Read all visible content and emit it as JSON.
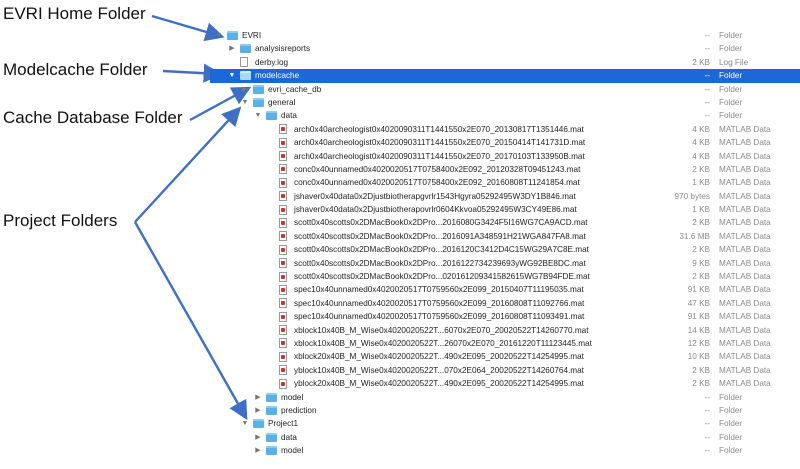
{
  "annotations": {
    "home": "EVRI Home Folder",
    "modelcache": "Modelcache Folder",
    "cache_db": "Cache Database Folder",
    "projects": "Project Folders"
  },
  "rows": [
    {
      "name": "EVRI",
      "size": "--",
      "kind": "Folder",
      "type": "folder",
      "level": 0,
      "expanded": true,
      "selected": false
    },
    {
      "name": "analysisreports",
      "size": "--",
      "kind": "Folder",
      "type": "folder",
      "level": 1,
      "expanded": false,
      "selected": false
    },
    {
      "name": "derby.log",
      "size": "2 KB",
      "kind": "Log File",
      "type": "doc",
      "level": 1,
      "expanded": null,
      "selected": false
    },
    {
      "name": "modelcache",
      "size": "--",
      "kind": "Folder",
      "type": "folder",
      "level": 1,
      "expanded": true,
      "selected": true
    },
    {
      "name": "evri_cache_db",
      "size": "--",
      "kind": "Folder",
      "type": "folder",
      "level": 2,
      "expanded": false,
      "selected": false
    },
    {
      "name": "general",
      "size": "--",
      "kind": "Folder",
      "type": "folder",
      "level": 2,
      "expanded": true,
      "selected": false
    },
    {
      "name": "data",
      "size": "--",
      "kind": "Folder",
      "type": "folder",
      "level": 3,
      "expanded": true,
      "selected": false
    },
    {
      "name": "arch0x40archeologist0x4020090311T1441550x2E070_20130817T1351446.mat",
      "size": "4 KB",
      "kind": "MATLAB Data",
      "type": "mat",
      "level": 4,
      "expanded": null,
      "selected": false
    },
    {
      "name": "arch0x40archeologist0x4020090311T1441550x2E070_20150414T141731D.mat",
      "size": "4 KB",
      "kind": "MATLAB Data",
      "type": "mat",
      "level": 4,
      "expanded": null,
      "selected": false
    },
    {
      "name": "arch0x40archeologist0x4020090311T1441550x2E070_20170103T133950B.mat",
      "size": "4 KB",
      "kind": "MATLAB Data",
      "type": "mat",
      "level": 4,
      "expanded": null,
      "selected": false
    },
    {
      "name": "conc0x40unnamed0x4020020517T0758400x2E092_20120328T09451243.mat",
      "size": "2 KB",
      "kind": "MATLAB Data",
      "type": "mat",
      "level": 4,
      "expanded": null,
      "selected": false
    },
    {
      "name": "conc0x40unnamed0x4020020517T0758400x2E092_20160808T11241854.mat",
      "size": "1 KB",
      "kind": "MATLAB Data",
      "type": "mat",
      "level": 4,
      "expanded": null,
      "selected": false
    },
    {
      "name": "jshaver0x40data0x2Djustbiotherapgvrlr1543Hgyra05292495W3DY1B846.mat",
      "size": "970 bytes",
      "kind": "MATLAB Data",
      "type": "mat",
      "level": 4,
      "expanded": null,
      "selected": false
    },
    {
      "name": "jshaver0x40data0x2Djustbiotherapovrlr0604Kkvoa05292495W3CY49E86.mat",
      "size": "1 KB",
      "kind": "MATLAB Data",
      "type": "mat",
      "level": 4,
      "expanded": null,
      "selected": false
    },
    {
      "name": "scott0x40scotts0x2DMacBook0x2DPro...2016080G3424F5I16WG7CA9ACD.mat",
      "size": "2 KB",
      "kind": "MATLAB Data",
      "type": "mat",
      "level": 4,
      "expanded": null,
      "selected": false
    },
    {
      "name": "scott0x40scotts0x2DMacBook0x2DPro...2016091A348591H21WGA847FA8.mat",
      "size": "31.6 MB",
      "kind": "MATLAB Data",
      "type": "mat",
      "level": 4,
      "expanded": null,
      "selected": false
    },
    {
      "name": "scott0x40scotts0x2DMacBook0x2DPro...2016120C3412D4C15WG29A7C8E.mat",
      "size": "2 KB",
      "kind": "MATLAB Data",
      "type": "mat",
      "level": 4,
      "expanded": null,
      "selected": false
    },
    {
      "name": "scott0x40scotts0x2DMacBook0x2DPro...2016122734239693yWG92BE8DC.mat",
      "size": "9 KB",
      "kind": "MATLAB Data",
      "type": "mat",
      "level": 4,
      "expanded": null,
      "selected": false
    },
    {
      "name": "scott0x40scotts0x2DMacBook0x2DPro...020161209341582615WG7B94FDE.mat",
      "size": "2 KB",
      "kind": "MATLAB Data",
      "type": "mat",
      "level": 4,
      "expanded": null,
      "selected": false
    },
    {
      "name": "spec10x40unnamed0x4020020517T0759560x2E099_20150407T11195035.mat",
      "size": "91 KB",
      "kind": "MATLAB Data",
      "type": "mat",
      "level": 4,
      "expanded": null,
      "selected": false
    },
    {
      "name": "spec10x40unnamed0x4020020517T0759560x2E099_20160808T11092766.mat",
      "size": "47 KB",
      "kind": "MATLAB Data",
      "type": "mat",
      "level": 4,
      "expanded": null,
      "selected": false
    },
    {
      "name": "spec10x40unnamed0x4020020517T0759560x2E099_20160808T11093491.mat",
      "size": "91 KB",
      "kind": "MATLAB Data",
      "type": "mat",
      "level": 4,
      "expanded": null,
      "selected": false
    },
    {
      "name": "xblock10x40B_M_Wise0x4020020522T...6070x2E070_20020522T14260770.mat",
      "size": "14 KB",
      "kind": "MATLAB Data",
      "type": "mat",
      "level": 4,
      "expanded": null,
      "selected": false
    },
    {
      "name": "xblock10x40B_M_Wise0x4020020522T...26070x2E070_20161220T11123445.mat",
      "size": "12 KB",
      "kind": "MATLAB Data",
      "type": "mat",
      "level": 4,
      "expanded": null,
      "selected": false
    },
    {
      "name": "xblock20x40B_M_Wise0x4020020522T...490x2E095_20020522T14254995.mat",
      "size": "10 KB",
      "kind": "MATLAB Data",
      "type": "mat",
      "level": 4,
      "expanded": null,
      "selected": false
    },
    {
      "name": "yblock10x40B_M_Wise0x4020020522T...070x2E064_20020522T14260764.mat",
      "size": "2 KB",
      "kind": "MATLAB Data",
      "type": "mat",
      "level": 4,
      "expanded": null,
      "selected": false
    },
    {
      "name": "yblock20x40B_M_Wise0x4020020522T...490x2E095_20020522T14254995.mat",
      "size": "2 KB",
      "kind": "MATLAB Data",
      "type": "mat",
      "level": 4,
      "expanded": null,
      "selected": false
    },
    {
      "name": "model",
      "size": "--",
      "kind": "Folder",
      "type": "folder",
      "level": 3,
      "expanded": false,
      "selected": false
    },
    {
      "name": "prediction",
      "size": "--",
      "kind": "Folder",
      "type": "folder",
      "level": 3,
      "expanded": false,
      "selected": false
    },
    {
      "name": "Project1",
      "size": "--",
      "kind": "Folder",
      "type": "folder",
      "level": 2,
      "expanded": true,
      "selected": false
    },
    {
      "name": "data",
      "size": "--",
      "kind": "Folder",
      "type": "folder",
      "level": 3,
      "expanded": false,
      "selected": false
    },
    {
      "name": "model",
      "size": "--",
      "kind": "Folder",
      "type": "folder",
      "level": 3,
      "expanded": false,
      "selected": false
    }
  ],
  "colors": {
    "selection": "#1c68d8",
    "folder": "#5ab0e8",
    "arrow": "#3f6fc4"
  },
  "icons": {
    "folder": "folder-icon",
    "doc": "document-icon",
    "mat": "matlab-file-icon",
    "expanded": "disclosure-expanded-icon",
    "collapsed": "disclosure-collapsed-icon"
  }
}
